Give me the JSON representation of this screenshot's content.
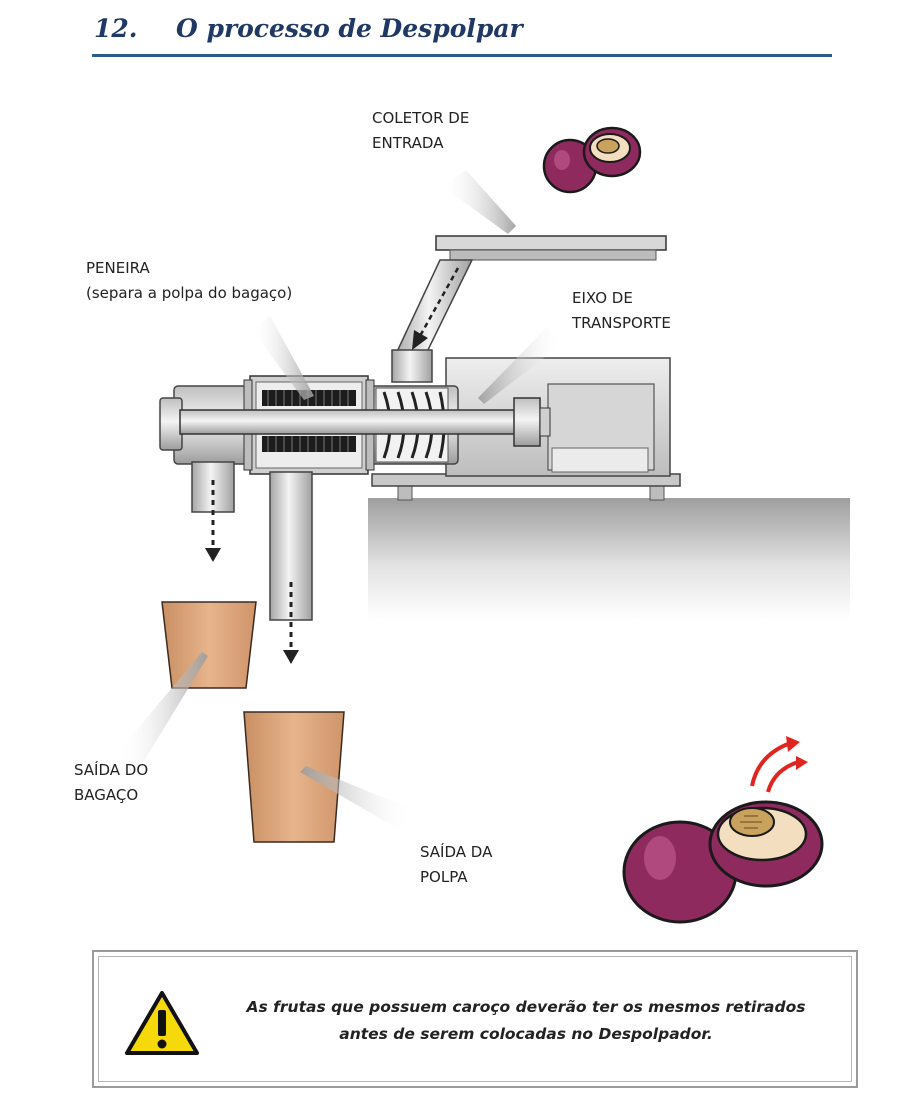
{
  "header": {
    "number": "12.",
    "title": "O processo de Despolpar"
  },
  "labels": {
    "coletor_line1": "COLETOR DE",
    "coletor_line2": "ENTRADA",
    "peneira_line1": "PENEIRA",
    "peneira_line2": "(separa a polpa do bagaço)",
    "eixo_line1": "EIXO DE",
    "eixo_line2": "TRANSPORTE",
    "bagaco_line1": "SAÍDA DO",
    "bagaco_line2": "BAGAÇO",
    "polpa_line1": "SAÍDA DA",
    "polpa_line2": "POLPA"
  },
  "note": {
    "line1": "As frutas que possuem caroço deverão ter os mesmos retirados",
    "line2": "antes de serem colocadas no Despolpador.",
    "icon": "warning-icon"
  },
  "colors": {
    "header_text": "#1f3864",
    "header_rule": "#2e5c8a",
    "fruit_skin": "#8e2a5e",
    "fruit_flesh": "#f3dfc0",
    "seed": "#c9a35e",
    "cup": "#d9a27a",
    "arrow_red": "#e0241f",
    "warning_yellow": "#f5d90a"
  }
}
